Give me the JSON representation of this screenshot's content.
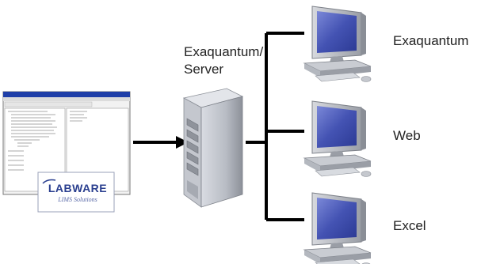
{
  "server": {
    "label_line1": "Exaquantum/",
    "label_line2": "Server",
    "icon": "tower-server-icon"
  },
  "source_window": {
    "icon": "software-window-icon",
    "logo_text": "LABWARE",
    "logo_subtitle": "LIMS Solutions"
  },
  "clients": [
    {
      "label": "Exaquantum",
      "icon": "desktop-computer-icon"
    },
    {
      "label": "Web",
      "icon": "desktop-computer-icon"
    },
    {
      "label": "Excel",
      "icon": "desktop-computer-icon"
    }
  ],
  "colors": {
    "connector": "#000000",
    "window_title": "#1f3fa8",
    "monitor_body": "#b9bcc2",
    "screen": "#4a5ab8",
    "logo_blue": "#2a3f8f"
  }
}
